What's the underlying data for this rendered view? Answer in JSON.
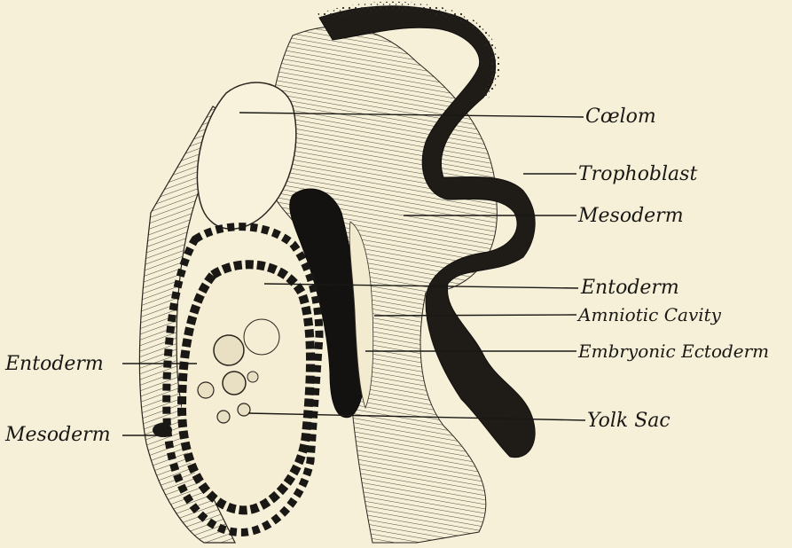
{
  "figure": {
    "background": "#f6f0d9",
    "ink": "#1a1814",
    "labels": {
      "coelom": "Cœlom",
      "trophoblast": "Trophoblast",
      "mesoderm_right": "Mesoderm",
      "entoderm_right": "Entoderm",
      "amniotic_cavity": "Amniotic Cavity",
      "embryonic_ectoderm": "Embryonic Ectoderm",
      "yolk_sac": "Yolk Sac",
      "entoderm_left": "Entoderm",
      "mesoderm_left": "Mesoderm"
    }
  }
}
